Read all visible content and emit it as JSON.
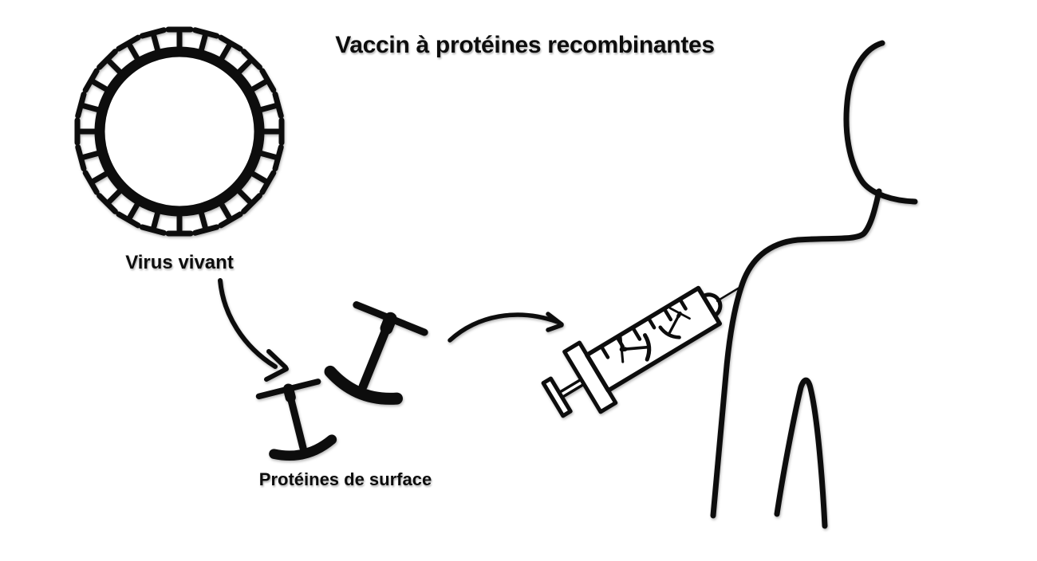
{
  "title": "Vaccin à protéines recombinantes",
  "virus": {
    "label": "Virus vivant"
  },
  "proteins": {
    "label": "Protéines de surface"
  },
  "colors": {
    "ink": "#0d0d0d",
    "rna": "#417c70",
    "background": "#ffffff"
  },
  "illustrations": {
    "virus": "virus-with-spikes-icon",
    "rna": "rna-squiggle-icon",
    "surface_proteins": "spike-protein-icon",
    "arrow_virus_to_proteins": "curved-arrow-down-icon",
    "arrow_proteins_to_syringe": "curved-arrow-right-icon",
    "syringe": "syringe-icon",
    "person": "person-shoulder-outline"
  }
}
